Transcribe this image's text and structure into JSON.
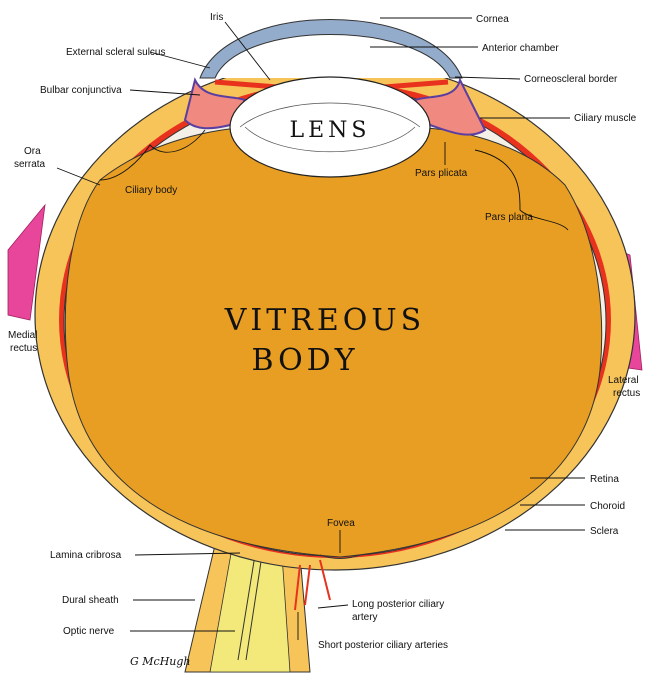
{
  "diagram": {
    "lens_label": "LENS",
    "vitreous_line1": "VITREOUS",
    "vitreous_line2": "BODY",
    "signature": "G McHugh",
    "labels": {
      "iris": "Iris",
      "cornea": "Cornea",
      "external_scleral_sulcus": "External scleral sulcus",
      "anterior_chamber": "Anterior chamber",
      "bulbar_conjunctiva": "Bulbar conjunctiva",
      "corneoscleral_border": "Corneoscleral border",
      "ciliary_muscle": "Ciliary muscle",
      "ora_serrata_1": "Ora",
      "ora_serrata_2": "serrata",
      "ciliary_body": "Ciliary body",
      "pars_plicata": "Pars plicata",
      "pars_plana": "Pars plana",
      "medial_rectus_1": "Medial",
      "medial_rectus_2": "rectus",
      "lateral_rectus_1": "Lateral",
      "lateral_rectus_2": "rectus",
      "retina": "Retina",
      "choroid": "Choroid",
      "sclera": "Sclera",
      "fovea": "Fovea",
      "lamina_cribrosa": "Lamina cribrosa",
      "dural_sheath": "Dural sheath",
      "optic_nerve": "Optic nerve",
      "long_posterior_1": "Long posterior ciliary",
      "long_posterior_2": "artery",
      "short_posterior": "Short posterior ciliary arteries"
    },
    "colors": {
      "sclera": "#F7C45A",
      "vitreous": "#E89E22",
      "choroid": "#E8321E",
      "cornea": "#94ACCB",
      "muscle": "#E8469A",
      "ciliary": "#5A3FA0",
      "nerve": "#F3E87A"
    }
  }
}
